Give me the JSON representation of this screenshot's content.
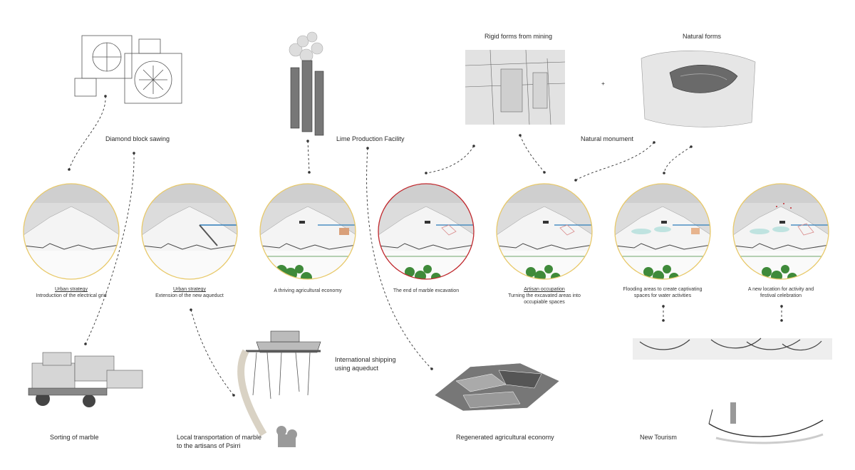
{
  "labels": {
    "diamond_sawing": "Diamond block sawing",
    "lime_facility": "Lime Production Facility",
    "rigid_forms": "Rigid forms from mining",
    "natural_forms": "Natural forms",
    "natural_monument": "Natural monument",
    "plus": "+",
    "international_shipping_1": "International shipping",
    "international_shipping_2": "using aqueduct",
    "sorting_marble": "Sorting of marble",
    "local_transport_1": "Local transportation of marble",
    "local_transport_2": "to the artisans of Psirri",
    "regenerated": "Regenerated agricultural economy",
    "new_tourism": "New Tourism"
  },
  "captions": [
    {
      "title": "Urban strategy",
      "text": "Introduction of the electrical grid"
    },
    {
      "title": "Urban strategy",
      "text": "Extension of the new aqueduct"
    },
    {
      "title": "",
      "text": "A thriving agricultural economy"
    },
    {
      "title": "",
      "text": "The end of marble excavation"
    },
    {
      "title": "Artisan occupation",
      "text": "Turning the excavated areas into occupiable spaces"
    },
    {
      "title": "",
      "text": "Flooding areas to create captivating spaces for water activities"
    },
    {
      "title": "",
      "text": "A new location for activity and festival celebration"
    }
  ],
  "colors": {
    "circle_border": "#e8c96a",
    "circle_border_active": "#c0282d",
    "water": "#2b7bb9",
    "greenery": "#3f8a3a",
    "sky": "#d9d9d9"
  }
}
